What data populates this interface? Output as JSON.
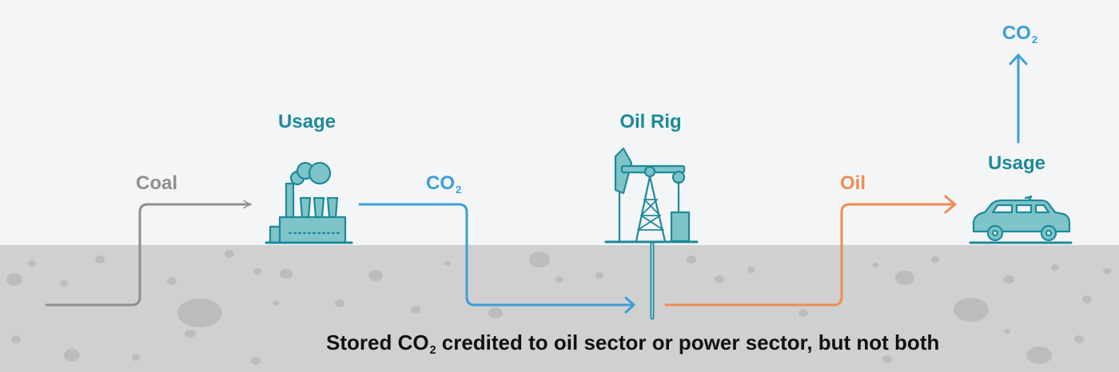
{
  "labels": {
    "usage_left": "Usage",
    "coal": "Coal",
    "co2_flow_main": "CO",
    "co2_flow_sub": "2",
    "oil_rig": "Oil Rig",
    "oil": "Oil",
    "usage_right": "Usage",
    "co2_emitted_main": "CO",
    "co2_emitted_sub": "2"
  },
  "caption": {
    "part1": "Stored CO",
    "sub": "2",
    "part2": " credited to oil sector or power sector, but not both"
  },
  "icons": [
    "factory-icon",
    "oil-pump-icon",
    "car-icon"
  ],
  "colors": {
    "ground": "#d0d0d0",
    "sky": "#f4f5f7",
    "rock": "#bcbcbc",
    "teal": "#1d8a9a",
    "icon_fill": "#7ec4c8",
    "coal_line": "#8e8e8e",
    "co2_line": "#3c9fd6",
    "oil_line": "#ef8c51",
    "caption_text": "#111111"
  }
}
